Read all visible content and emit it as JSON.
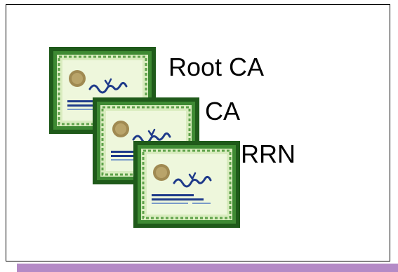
{
  "chain": {
    "items": [
      {
        "label": "Root CA",
        "icon": "certificate-icon"
      },
      {
        "label": "CA",
        "icon": "certificate-icon"
      },
      {
        "label": "RRN",
        "icon": "certificate-icon"
      }
    ]
  },
  "colors": {
    "frame_border": "#000000",
    "shadow_strip": "#b48ac6",
    "certificate_frame": "#1f5a1a",
    "certificate_frame_inner": "#3e8a33",
    "certificate_paper": "#e9f4d2",
    "certificate_seal": "#a08a52",
    "certificate_ink": "#1e3a8a"
  }
}
